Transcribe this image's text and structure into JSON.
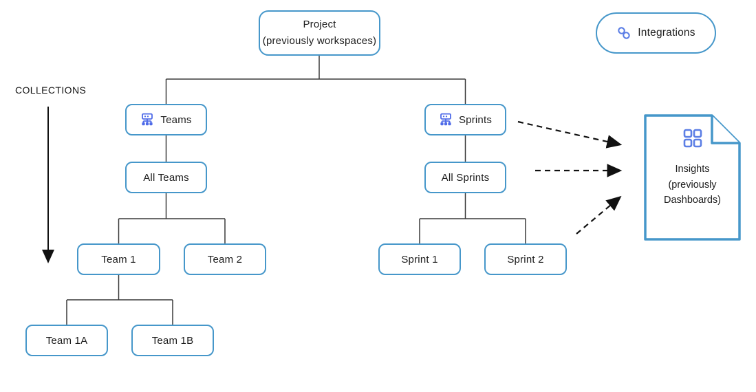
{
  "labels": {
    "collections": "COLLECTIONS"
  },
  "nodes": {
    "project": {
      "line1": "Project",
      "line2": "(previously workspaces)"
    },
    "teams": {
      "label": "Teams",
      "icon": "org-chart-icon"
    },
    "sprints": {
      "label": "Sprints",
      "icon": "org-chart-icon"
    },
    "all_teams": {
      "label": "All Teams"
    },
    "all_sprints": {
      "label": "All Sprints"
    },
    "team1": {
      "label": "Team 1"
    },
    "team2": {
      "label": "Team 2"
    },
    "sprint1": {
      "label": "Sprint 1"
    },
    "sprint2": {
      "label": "Sprint 2"
    },
    "team1a": {
      "label": "Team 1A"
    },
    "team1b": {
      "label": "Team 1B"
    }
  },
  "integrations": {
    "label": "Integrations",
    "icon": "link-icon"
  },
  "insights": {
    "line1": "Insights",
    "line2": "(previously",
    "line3": "Dashboards)",
    "icon": "grid-icon"
  },
  "colors": {
    "box_border": "#4697CA",
    "icon_blue": "#4F6BE8",
    "icon_light_blue": "#5B7EE5",
    "connector": "#3A3A3A",
    "arrow": "#111111",
    "text": "#1C1C1C"
  }
}
